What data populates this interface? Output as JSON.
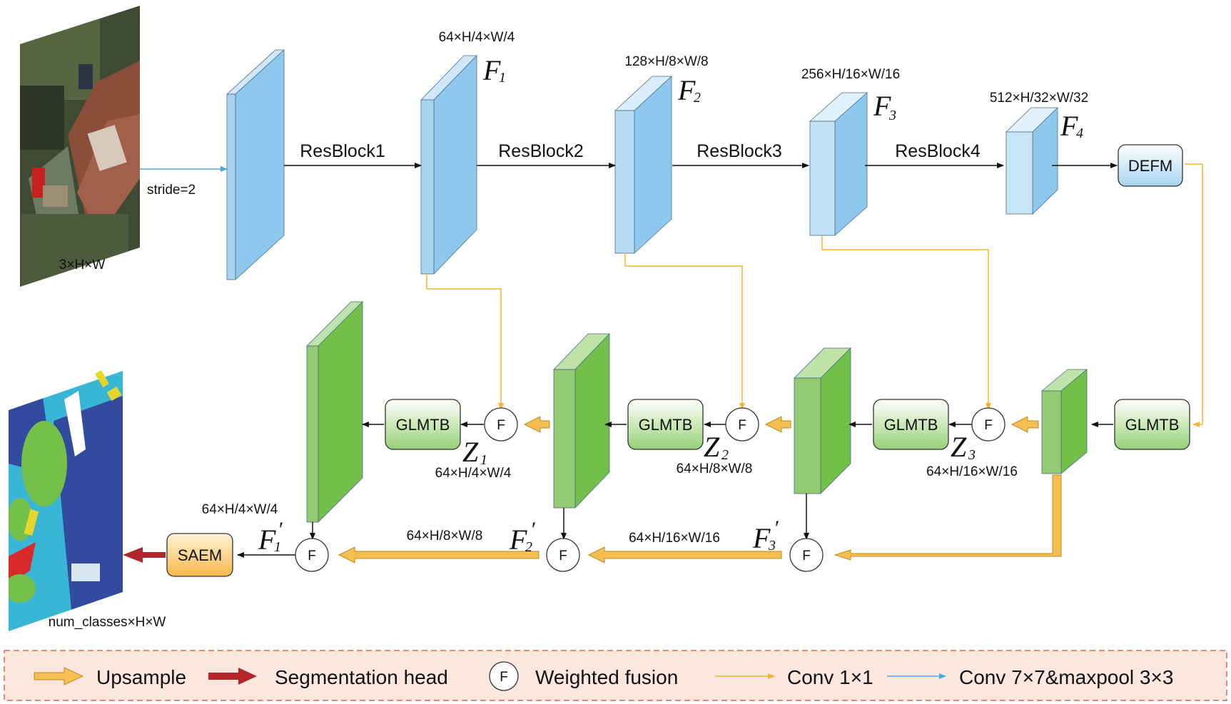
{
  "input": {
    "size_label": "3×H×W",
    "stride_label": "stride=2"
  },
  "encoder": {
    "blocks": [
      "ResBlock1",
      "ResBlock2",
      "ResBlock3",
      "ResBlock4"
    ],
    "features": [
      {
        "symbol": "F",
        "sub": "1",
        "dims": "64×H/4×W/4"
      },
      {
        "symbol": "F",
        "sub": "2",
        "dims": "128×H/8×W/8"
      },
      {
        "symbol": "F",
        "sub": "3",
        "dims": "256×H/16×W/16"
      },
      {
        "symbol": "F",
        "sub": "4",
        "dims": "512×H/32×W/32"
      }
    ],
    "defm_label": "DEFM"
  },
  "decoder": {
    "glmtb_label": "GLMTB",
    "fusion_label": "F",
    "z": [
      {
        "symbol": "Z",
        "sub": "1",
        "dims": "64×H/4×W/4"
      },
      {
        "symbol": "Z",
        "sub": "2",
        "dims": "64×H/8×W/8"
      },
      {
        "symbol": "Z",
        "sub": "3",
        "dims": "64×H/16×W/16"
      }
    ],
    "f_prime": [
      {
        "symbol": "F",
        "sub": "1",
        "prime": "′",
        "dims": "64×H/4×W/4"
      },
      {
        "symbol": "F",
        "sub": "2",
        "prime": "′",
        "dims": "64×H/8×W/8"
      },
      {
        "symbol": "F",
        "sub": "3",
        "prime": "′",
        "dims": "64×H/16×W/16"
      }
    ],
    "saem_label": "SAEM"
  },
  "output": {
    "size_label": "num_classes×H×W"
  },
  "legend": {
    "upsample": "Upsample",
    "seg_head": "Segmentation head",
    "fusion_glyph": "F",
    "fusion": "Weighted fusion",
    "conv1": "Conv 1×1",
    "conv7": "Conv 7×7&maxpool 3×3"
  },
  "colors": {
    "blue_front": "#a8d4f2",
    "blue_side": "#8ec8ee",
    "green_front": "#92cb72",
    "green_side": "#72bf4a",
    "orange_arrow": "#f6bd50",
    "conv1_line": "#f5b52a",
    "conv7_line": "#4aa8e0",
    "seg_head": "#b2252a",
    "legend_bg": "#fbe7de",
    "legend_border": "#d86a4a"
  }
}
